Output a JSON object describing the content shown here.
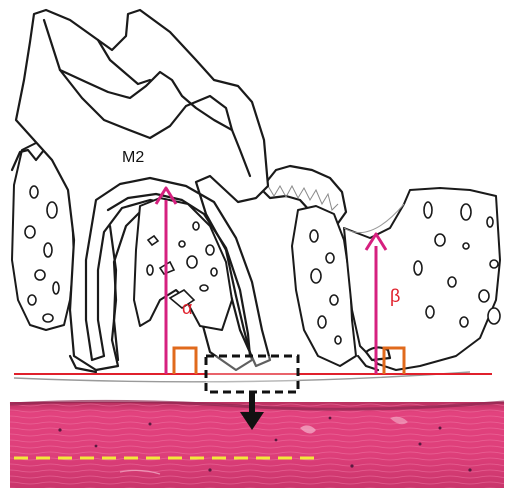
{
  "labels": {
    "tooth": "M2",
    "alpha": "α",
    "beta": "β"
  },
  "colors": {
    "measure_arrow": "#d6207f",
    "right_angle": "#e06a1c",
    "baseline": "#e0202c",
    "dashed_line": "#f2e83a",
    "tissue": "#e2427e",
    "tissue_dark": "#b8305e"
  },
  "icons": {
    "zoom_box": "dashed-rectangle",
    "zoom_arrow": "arrow-down-icon"
  }
}
